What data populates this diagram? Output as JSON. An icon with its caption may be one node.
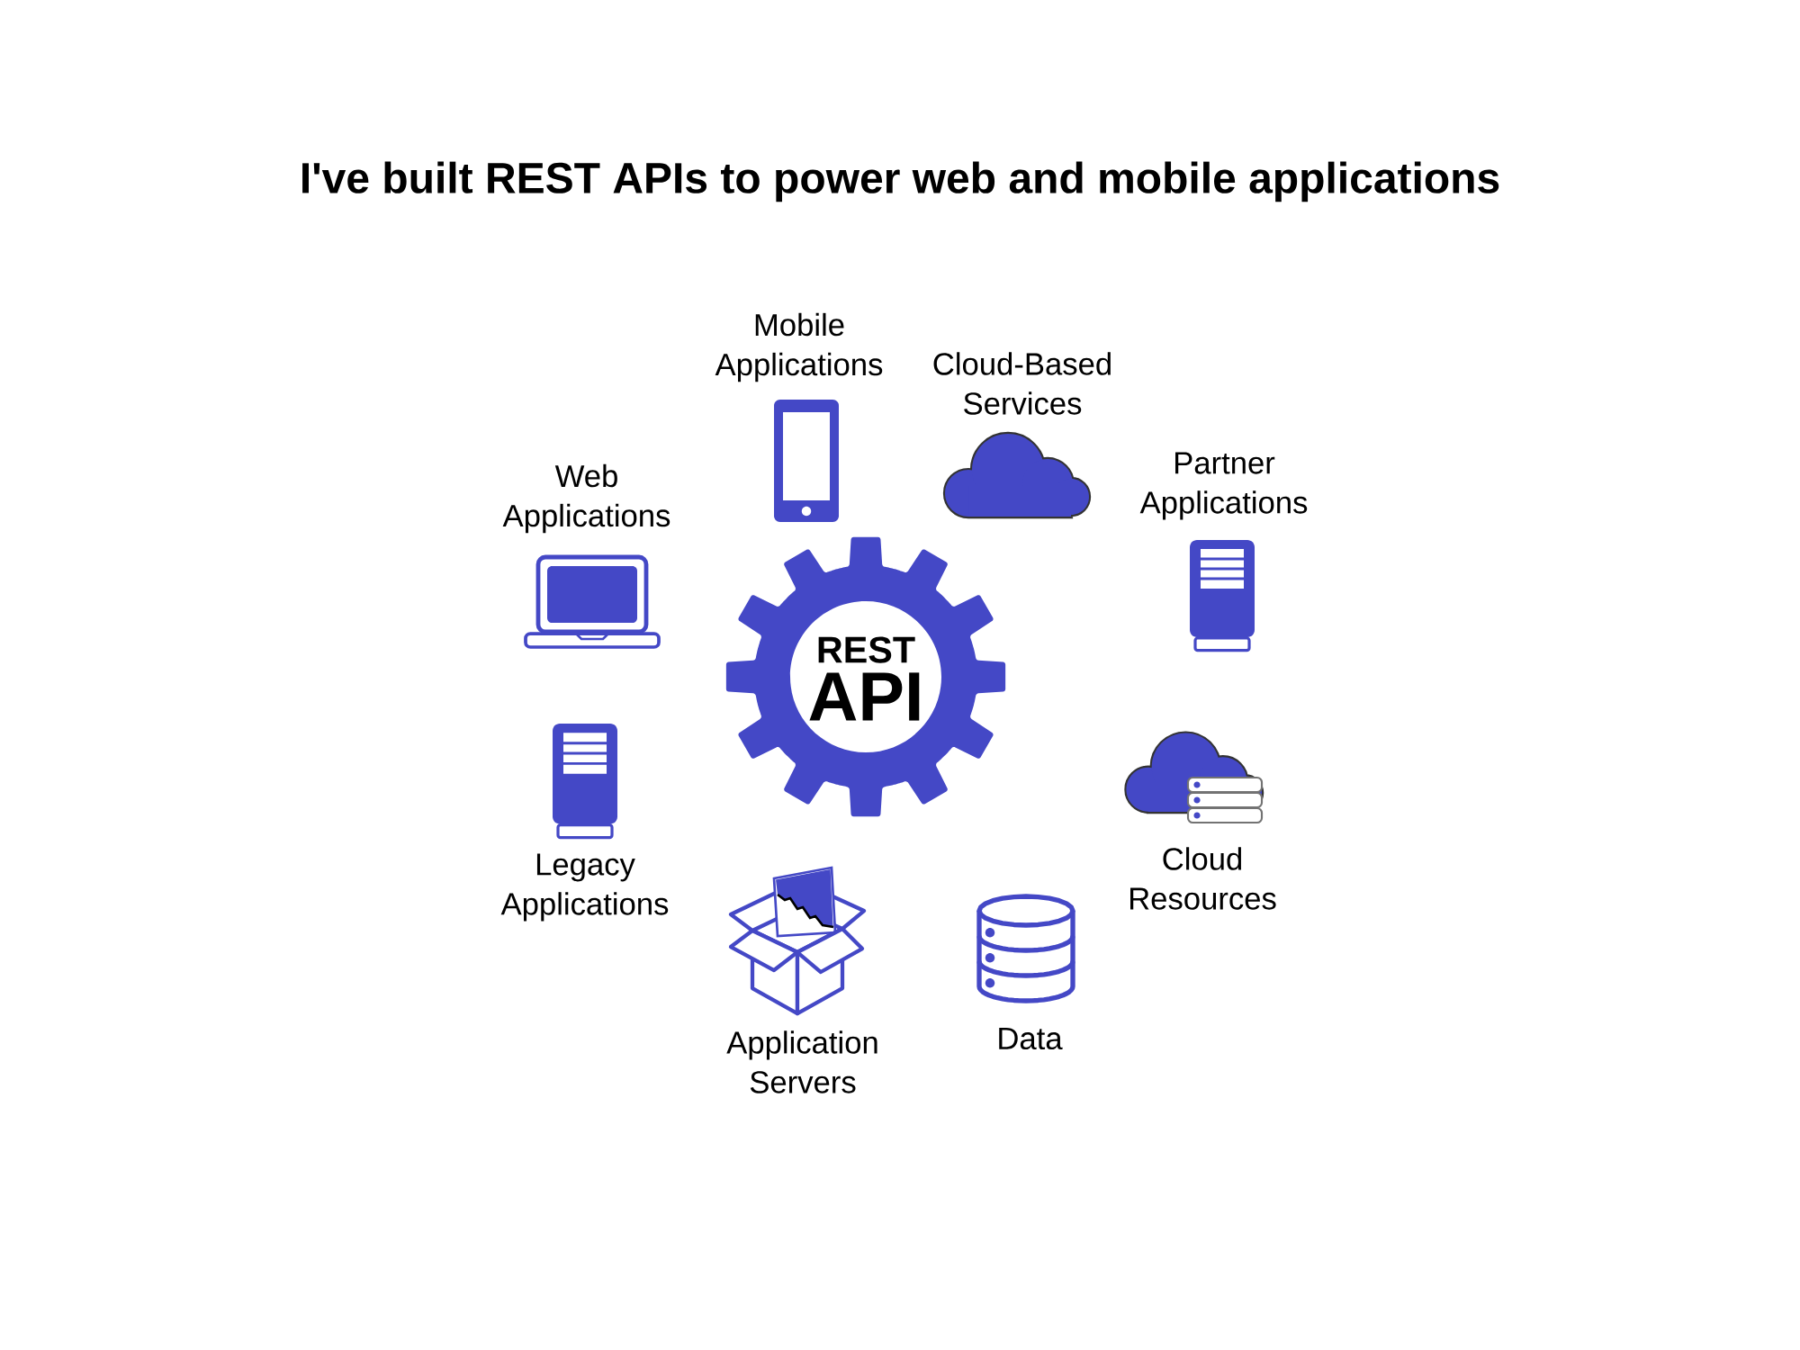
{
  "diagram": {
    "title": "I've built REST APIs to power web and mobile applications",
    "nodes": [
      {
        "text": [],
        "shape": "picture",
        "beside": [
          "Mobile Applications"
        ]
      },
      {
        "text": [],
        "shape": "cloud",
        "beside": [
          "Cloud-Based Services"
        ]
      },
      {
        "text": [],
        "shape": "picture",
        "beside": [
          "Web Applications"
        ]
      },
      {
        "text": [],
        "shape": "picture",
        "beside": [
          "Partner Applications"
        ]
      },
      {
        "text": [
          "REST",
          "API"
        ]
      },
      {
        "text": [],
        "shape": "picture",
        "beside": [
          "Legacy Applications"
        ]
      },
      {
        "text": [],
        "shape": "picture",
        "beside": [
          "Cloud Resources"
        ]
      },
      {
        "text": [],
        "shape": "picture",
        "beside": [
          "Application Servers"
        ]
      },
      {
        "text": [],
        "shape": "cylinder",
        "beside": [
          "Data"
        ]
      }
    ]
  }
}
